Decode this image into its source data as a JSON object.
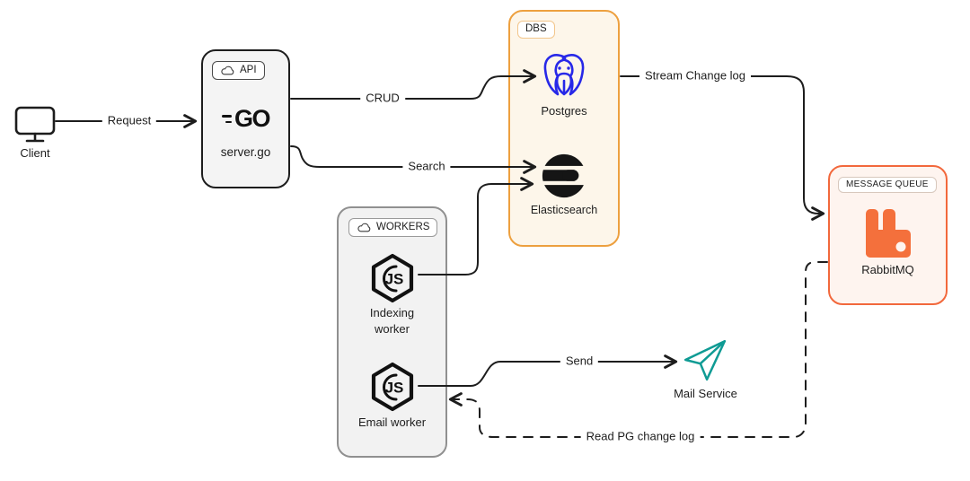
{
  "colors": {
    "stroke": "#1d1d1d",
    "api_box_fill": "#f4f4f4",
    "workers_box_fill": "#f2f2f2",
    "workers_border": "#909090",
    "dbs_fill": "#fdf6ea",
    "dbs_border": "#eda03f",
    "mq_fill": "#fef4ef",
    "mq_border": "#f2683c",
    "rabbit_orange": "#f4703c",
    "postgres_blue": "#2728e8",
    "elastic_black": "#151515",
    "mail_teal": "#0f9b94"
  },
  "nodes": {
    "client": {
      "label": "Client"
    },
    "api": {
      "chip": "API",
      "go_logo": "GO",
      "label": "server.go"
    },
    "dbs": {
      "chip": "DBS",
      "postgres": "Postgres",
      "elasticsearch": "Elasticsearch"
    },
    "workers": {
      "chip": "WORKERS",
      "js_logo": "JS",
      "indexing": "Indexing worker",
      "email": "Email worker"
    },
    "mq": {
      "chip": "MESSAGE QUEUE",
      "label": "RabbitMQ"
    },
    "mail": {
      "label": "Mail Service"
    }
  },
  "edges": {
    "request": "Request",
    "crud": "CRUD",
    "search": "Search",
    "stream": "Stream Change log",
    "send": "Send",
    "read_pg": "Read PG change log"
  }
}
